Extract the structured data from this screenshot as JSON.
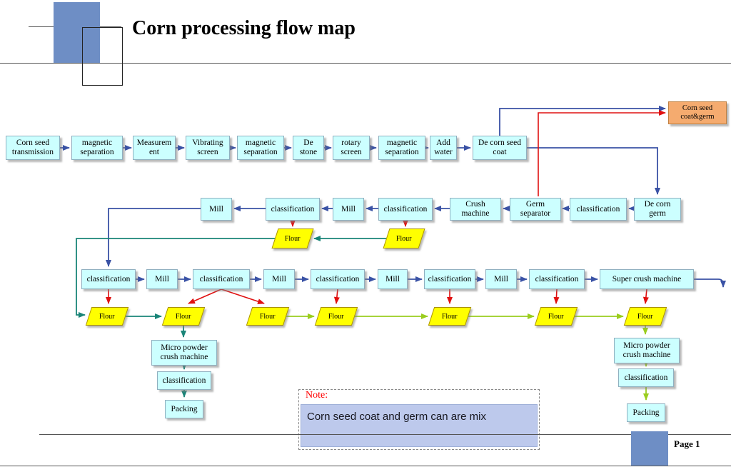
{
  "title": "Corn processing flow map",
  "page_label": "Page 1",
  "note": {
    "label": "Note:",
    "text": "Corn seed coat and germ can are mix"
  },
  "orange_box": "Corn seed\ncoat&germ",
  "row1": [
    "Corn seed\ntransmission",
    "magnetic\nseparation",
    "Measurem\nent",
    "Vibrating\nscreen",
    "magnetic\nseparation",
    "De\nstone",
    "rotary\nscreen",
    "magnetic\nseparation",
    "Add\nwater",
    "De corn seed\ncoat"
  ],
  "row2": [
    "Mill",
    "classification",
    "Mill",
    "classification",
    "Crush\nmachine",
    "Germ\nseparator",
    "classification",
    "De corn\ngerm"
  ],
  "flour_mid": [
    "Flour",
    "Flour"
  ],
  "row3": [
    "classification",
    "Mill",
    "classification",
    "Mill",
    "classification",
    "Mill",
    "classification",
    "Mill",
    "classification",
    "Super crush machine"
  ],
  "flour_bottom": [
    "Flour",
    "Flour",
    "Flour",
    "Flour",
    "Flour",
    "Flour",
    "Flour"
  ],
  "left_branch": [
    "Micro powder\ncrush machine",
    "classification",
    "Packing"
  ],
  "right_branch": [
    "Micro powder\ncrush machine",
    "classification",
    "Packing"
  ],
  "colors": {
    "box_fill": "#ccffff",
    "flour_fill": "#ffff00",
    "orange_fill": "#f5ab6f",
    "arrow_blue": "#3a52a5",
    "arrow_red": "#e01010",
    "arrow_teal": "#1a8578",
    "arrow_green": "#9acd1e",
    "logo_blue": "#6e8ec5",
    "note_fill": "#bdc9ec"
  }
}
